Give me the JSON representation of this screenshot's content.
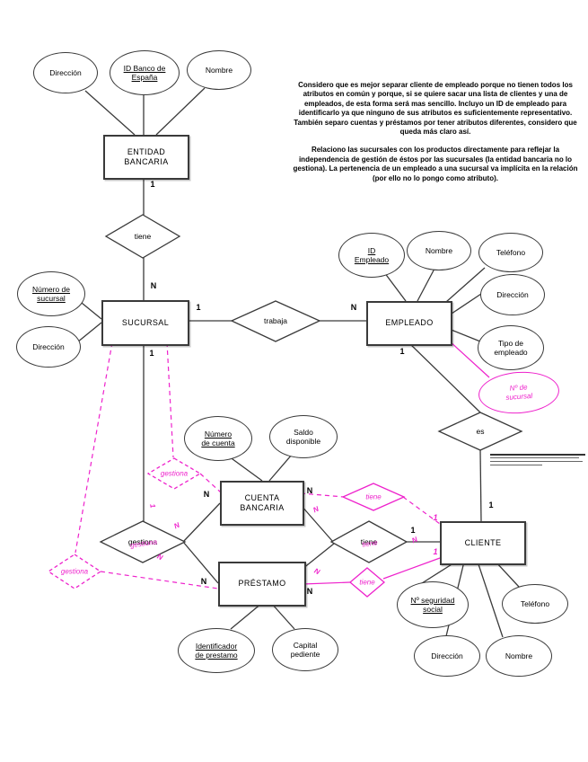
{
  "colors": {
    "line": "#3a3a3a",
    "pink": "#ee22cc",
    "background": "#ffffff"
  },
  "notes": {
    "paragraph1": "Considero que es mejor separar cliente de empleado porque no tienen todos los atributos en común y porque, si se quiere sacar una lista de clientes y una de empleados, de esta forma será mas sencillo. Incluyo un ID de empleado para identificarlo ya que ninguno de sus atributos es suficientemente representativo. También separo cuentas y préstamos por tener atributos diferentes, considero que queda más claro así.",
    "paragraph2": "Relaciono las sucursales con los productos directamente para reflejar la independencia de gestión de éstos por las sucursales (la entidad bancaria no lo gestiona). La pertenencia de un empleado a una sucursal va implícita en la relación (por ello no lo pongo como atributo)."
  },
  "diagram": {
    "entities": {
      "entidad_bancaria": {
        "label": "ENTIDAD\nBANCARIA"
      },
      "sucursal": {
        "label": "SUCURSAL"
      },
      "empleado": {
        "label": "EMPLEADO"
      },
      "cuenta_bancaria": {
        "label": "CUENTA\nBANCARIA"
      },
      "prestamo": {
        "label": "PRÉSTAMO"
      },
      "cliente": {
        "label": "CLIENTE"
      }
    },
    "attributes": {
      "entidad_direccion": {
        "label": "Dirección"
      },
      "entidad_id_banco": {
        "label": "ID Banco de\nEspaña"
      },
      "entidad_nombre": {
        "label": "Nombre"
      },
      "sucursal_numero": {
        "label": "Número de\nsucursal"
      },
      "sucursal_direccion": {
        "label": "Dirección"
      },
      "empleado_id": {
        "label": "ID\nEmpleado"
      },
      "empleado_nombre": {
        "label": "Nombre"
      },
      "empleado_telefono": {
        "label": "Teléfono"
      },
      "empleado_direccion": {
        "label": "Dirección"
      },
      "empleado_tipo": {
        "label": "Tipo de\nempleado"
      },
      "cuenta_numero": {
        "label": "Número\nde cuenta"
      },
      "cuenta_saldo": {
        "label": "Saldo\ndisponible"
      },
      "prestamo_identificador": {
        "label": "Identificador\nde prestamo"
      },
      "prestamo_capital": {
        "label": "Capital\npediente"
      },
      "cliente_nseguridad": {
        "label": "Nº seguridad\nsocial"
      },
      "cliente_telefono": {
        "label": "Teléfono"
      },
      "cliente_direccion": {
        "label": "Dirección"
      },
      "cliente_nombre": {
        "label": "Nombre"
      }
    },
    "relationships": {
      "tiene_entidad_sucursal": {
        "label": "tiene"
      },
      "trabaja": {
        "label": "trabaja"
      },
      "es": {
        "label": "es"
      },
      "gestiona": {
        "label": "gestiona"
      },
      "tiene_central": {
        "label": "tiene"
      }
    },
    "cardinalities": {
      "entidad_tiene": "1",
      "tiene_sucursal": "N",
      "sucursal_trabaja": "1",
      "trabaja_empleado": "N",
      "sucursal_gestiona": "1",
      "gestiona_cuenta": "N",
      "gestiona_prestamo": "N",
      "cuenta_tiene": "N",
      "prestamo_tiene": "N",
      "tiene_cliente": "1",
      "empleado_es": "1",
      "es_cliente": "1"
    },
    "pink_annotations": {
      "sucursal_attr": {
        "label": "Nº de\nsucursal"
      },
      "gestiona_upper": {
        "label": "gestiona"
      },
      "gestiona_lower": {
        "label": "gestiona"
      },
      "tiene_upper": {
        "label": "tiene"
      },
      "tiene_lower": {
        "label": "tiene"
      },
      "overlay_gestiona": {
        "label": "gestiona"
      },
      "overlay_tiene": {
        "label": "tiene"
      },
      "cardinality_upper": "1",
      "cardinality_lower": "1",
      "scribbles": {
        "s1": "N",
        "s2": "N",
        "s3": "N",
        "s4": "1",
        "s5": "N",
        "s6": "N"
      }
    }
  }
}
